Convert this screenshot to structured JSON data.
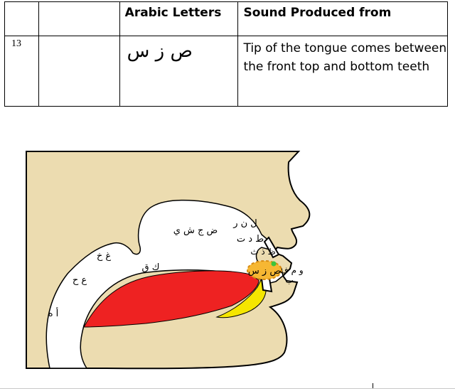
{
  "table": {
    "headers": {
      "col1": "",
      "col2": "",
      "arabic_letters": "Arabic Letters",
      "sound_produced_from": "Sound Produced from"
    },
    "row": {
      "number": "13",
      "blank": "",
      "letters": "ص ز س",
      "sound": "Tip of the tongue comes between the front top and bottom teeth"
    }
  },
  "diagram": {
    "labels": {
      "palate": "ض ج ش ي",
      "velum": "ك ق",
      "upper_pharynx": "غ خ",
      "mid_pharynx": "ع ح",
      "lower_pharynx": "أ ه",
      "alveolar": "ل ن ر",
      "alveolar_stops": "ط د ت",
      "dental": "ظ ذ ث",
      "highlighted": "ص ز س",
      "lips": "و م ف",
      "lips_b": "ب"
    },
    "colors": {
      "flesh": "#ecdcb0",
      "tongue": "#ee2222",
      "lower_tongue": "#f5e600",
      "highlight": "#f6b733",
      "highlight_border": "#d68a12",
      "dot": "#3cc43c"
    }
  }
}
